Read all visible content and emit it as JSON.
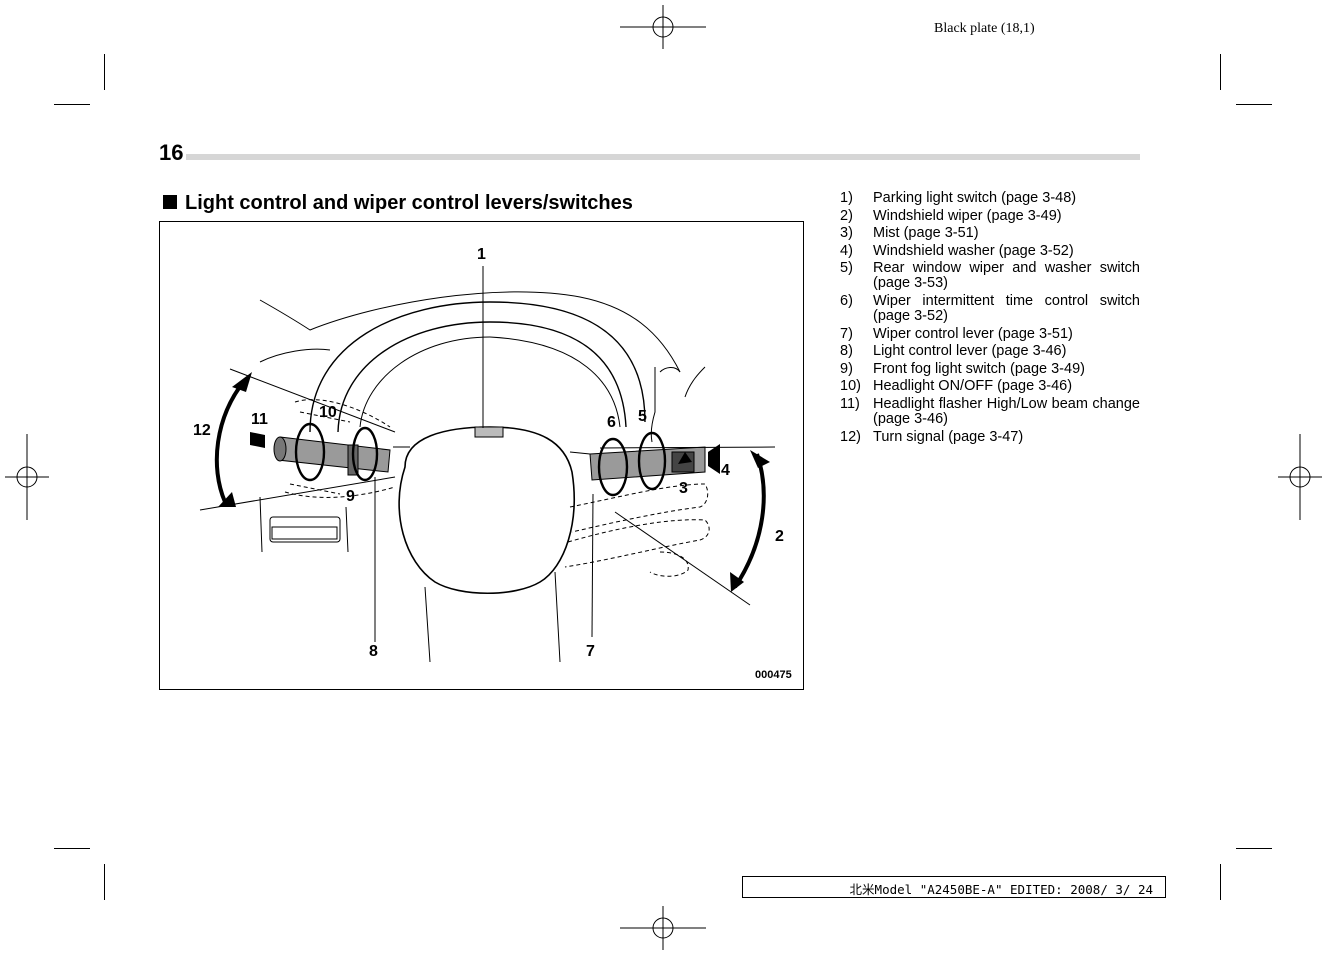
{
  "header": {
    "plate": "Black plate (18,1)"
  },
  "page": {
    "number": "16"
  },
  "section": {
    "title": "Light control and wiper control levers/switches"
  },
  "figure": {
    "code": "000475",
    "callouts": [
      "1",
      "2",
      "3",
      "4",
      "5",
      "6",
      "7",
      "8",
      "9",
      "10",
      "11",
      "12"
    ]
  },
  "legend": [
    {
      "num": "1)",
      "text": "Parking light switch (page 3-48)"
    },
    {
      "num": "2)",
      "text": "Windshield wiper (page 3-49)"
    },
    {
      "num": "3)",
      "text": "Mist (page 3-51)"
    },
    {
      "num": "4)",
      "text": "Windshield washer (page 3-52)"
    },
    {
      "num": "5)",
      "text": "Rear window wiper and washer switch (page 3-53)"
    },
    {
      "num": "6)",
      "text": "Wiper intermittent time control switch (page 3-52)"
    },
    {
      "num": "7)",
      "text": "Wiper control lever (page 3-51)"
    },
    {
      "num": "8)",
      "text": "Light control lever (page 3-46)"
    },
    {
      "num": "9)",
      "text": "Front fog light switch (page 3-49)"
    },
    {
      "num": "10)",
      "text": "Headlight ON/OFF (page 3-46)"
    },
    {
      "num": "11)",
      "text": "Headlight flasher High/Low beam change (page 3-46)"
    },
    {
      "num": "12)",
      "text": "Turn signal (page 3-47)"
    }
  ],
  "footer": {
    "text": "北米Model \"A2450BE-A\" EDITED: 2008/ 3/ 24"
  }
}
